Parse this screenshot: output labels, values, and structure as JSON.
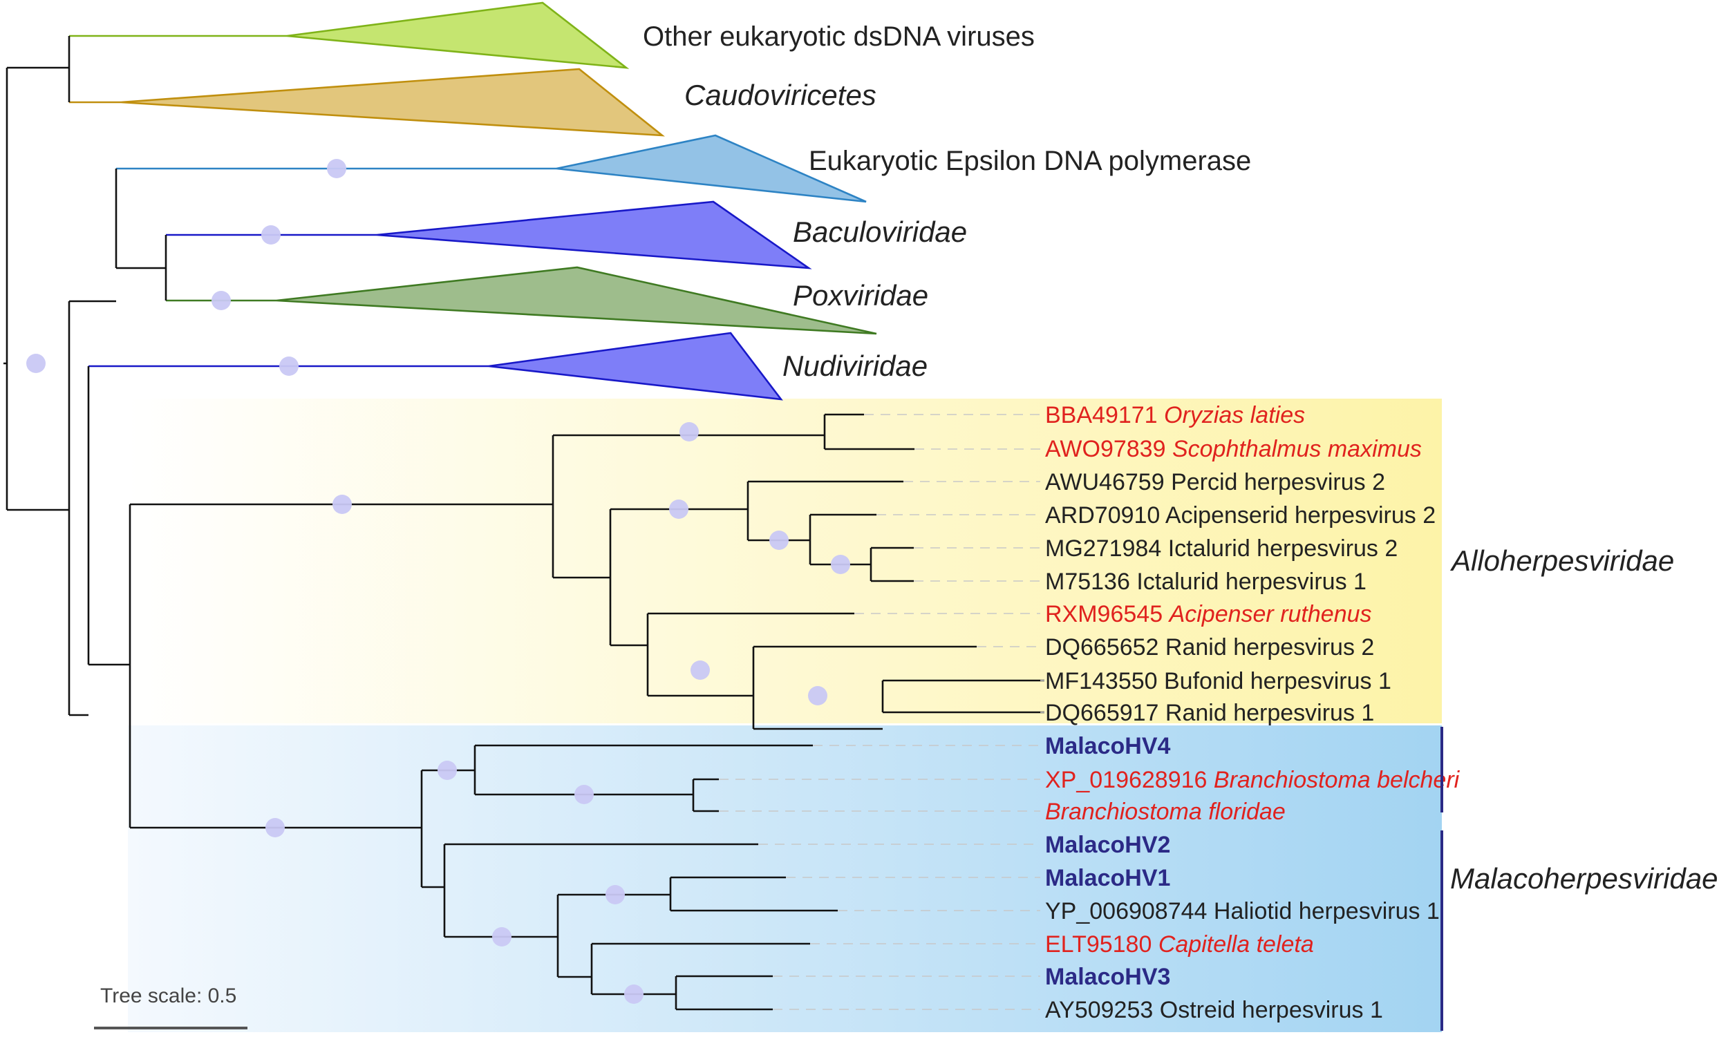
{
  "collapsed_clades": [
    {
      "label": "Other eukaryotic dsDNA viruses",
      "italic": false,
      "color": "#c5e570",
      "stroke": "#7fb318"
    },
    {
      "label": "Caudoviricetes",
      "italic": true,
      "color": "#e2c67c",
      "stroke": "#c08f0e"
    },
    {
      "label": "Eukaryotic Epsilon DNA polymerase",
      "italic": false,
      "color": "#93c2e6",
      "stroke": "#2d83c4"
    },
    {
      "label": "Baculoviridae",
      "italic": true,
      "color": "#7e7ef8",
      "stroke": "#1818c8"
    },
    {
      "label": "Poxviridae",
      "italic": true,
      "color": "#9ebd8c",
      "stroke": "#3f7a22"
    },
    {
      "label": "Nudiviridae",
      "italic": true,
      "color": "#7e7ef8",
      "stroke": "#1818c8"
    }
  ],
  "alloherpes_leaves": [
    {
      "acc": "BBA49171",
      "name": "Oryzias laties",
      "style": "red"
    },
    {
      "acc": "AWO97839",
      "name": "Scophthalmus maximus",
      "style": "red"
    },
    {
      "acc": "AWU46759",
      "name": "Percid herpesvirus 2",
      "style": "plain"
    },
    {
      "acc": "ARD70910",
      "name": "Acipenserid herpesvirus 2",
      "style": "plain"
    },
    {
      "acc": "MG271984",
      "name": "Ictalurid herpesvirus 2",
      "style": "plain"
    },
    {
      "acc": "M75136",
      "name": "Ictalurid herpesvirus 1",
      "style": "plain"
    },
    {
      "acc": "RXM96545",
      "name": "Acipenser ruthenus",
      "style": "red"
    },
    {
      "acc": "DQ665652",
      "name": "Ranid herpesvirus 2",
      "style": "plain"
    },
    {
      "acc": "MF143550",
      "name": "Bufonid herpesvirus 1",
      "style": "plain"
    },
    {
      "acc": "DQ665917",
      "name": "Ranid herpesvirus 1",
      "style": "plain"
    }
  ],
  "malaco_leaves": [
    {
      "acc": "",
      "name": "MalacoHV4",
      "style": "malaco"
    },
    {
      "acc": "XP_019628916",
      "name": "Branchiostoma belcheri",
      "style": "red"
    },
    {
      "acc": "",
      "name": "Branchiostoma floridae",
      "style": "red"
    },
    {
      "acc": "",
      "name": "MalacoHV2",
      "style": "malaco"
    },
    {
      "acc": "",
      "name": "MalacoHV1",
      "style": "malaco"
    },
    {
      "acc": "YP_006908744",
      "name": "Haliotid herpesvirus 1",
      "style": "plain"
    },
    {
      "acc": "ELT95180",
      "name": "Capitella teleta",
      "style": "red"
    },
    {
      "acc": "",
      "name": "MalacoHV3",
      "style": "malaco"
    },
    {
      "acc": "AY509253",
      "name": "Ostreid herpesvirus 1",
      "style": "plain"
    }
  ],
  "families": {
    "alloherpes": "Alloherpesviridae",
    "malacoherpes": "Malacoherpesviridae"
  },
  "colors": {
    "alloherpes_band": "#fdf3a8",
    "malacoherpes_band": "#a3d4f2",
    "bracket": "#2b2a86",
    "support_node": "#c9c8f4"
  },
  "scale": {
    "label": "Tree scale: 0.5"
  }
}
